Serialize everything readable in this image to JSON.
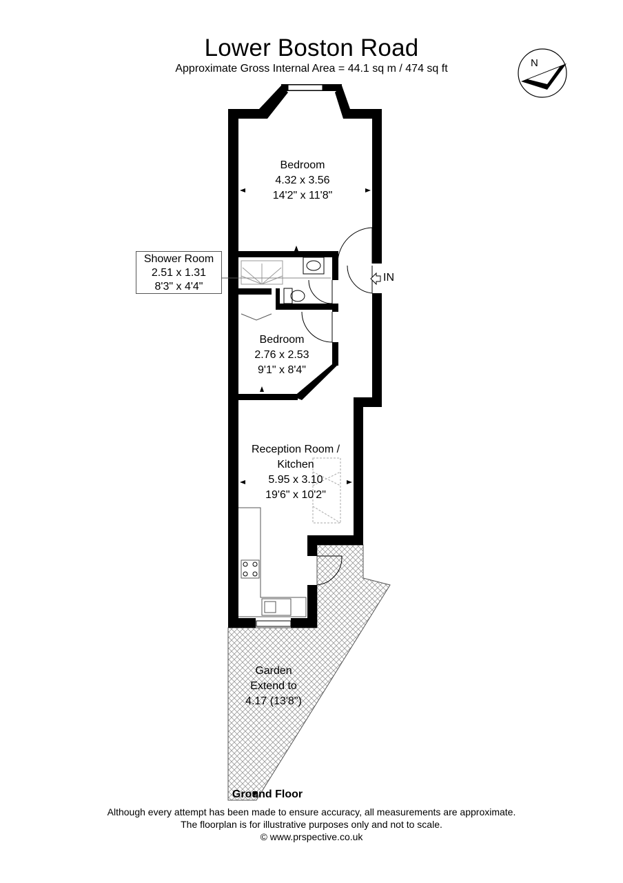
{
  "header": {
    "title": "Lower Boston Road",
    "subtitle": "Approximate Gross Internal Area = 44.1 sq m / 474 sq ft"
  },
  "compass": {
    "label": "N"
  },
  "rooms": {
    "bedroom1": {
      "name": "Bedroom",
      "metric": "4.32 x 3.56",
      "imperial": "14'2\" x 11'8\""
    },
    "shower": {
      "name": "Shower Room",
      "metric": "2.51 x 1.31",
      "imperial": "8'3\" x 4'4\""
    },
    "bedroom2": {
      "name": "Bedroom",
      "metric": "2.76 x 2.53",
      "imperial": "9'1\" x 8'4\""
    },
    "reception": {
      "name_line1": "Reception Room /",
      "name_line2": "Kitchen",
      "metric": "5.95 x 3.10",
      "imperial": "19'6\" x 10'2\""
    },
    "garden": {
      "name": "Garden",
      "line2": "Extend to",
      "line3": "4.17 (13'8\")"
    }
  },
  "entrance": {
    "label": "IN"
  },
  "footer": {
    "floor": "Ground Floor",
    "disclaimer1": "Although every attempt has been made to ensure accuracy, all measurements are approximate.",
    "disclaimer2": "The floorplan is for illustrative purposes only and not to scale.",
    "copyright": "© www.prspective.co.uk"
  },
  "colors": {
    "wall": "#000000",
    "hatch": "#9a9a9a",
    "line": "#555555"
  }
}
